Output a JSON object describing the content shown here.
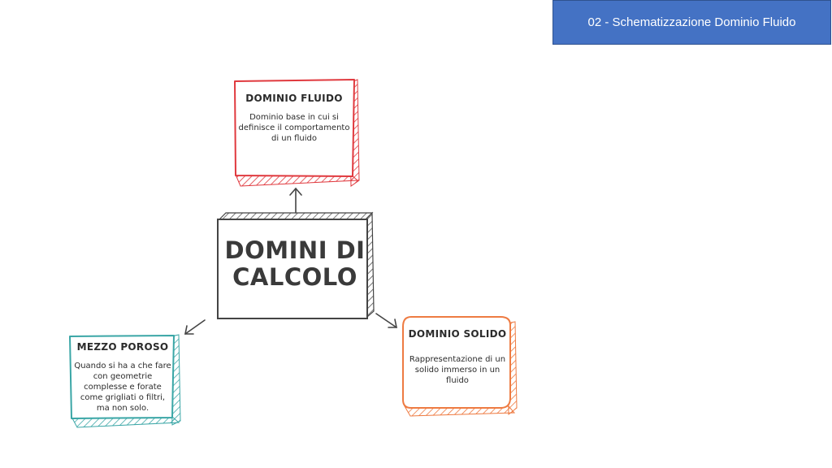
{
  "header": {
    "title": "02 - Schematizzazione Dominio Fluido"
  },
  "diagram": {
    "center": {
      "label": "DOMINI DI CALCOLO",
      "color": "#3a3a3a"
    },
    "nodes": [
      {
        "id": "fluido",
        "title": "DOMINIO FLUIDO",
        "description": "Dominio base in cui si definisce il comportamento di un fluido",
        "color": "#e0393e"
      },
      {
        "id": "poroso",
        "title": "MEZZO POROSO",
        "description": "Quando si ha a che fare con geometrie complesse e forate come grigliati o filtri, ma non solo.",
        "color": "#3aa6a6"
      },
      {
        "id": "solido",
        "title": "DOMINIO SOLIDO",
        "description": "Rappresentazione di un solido immerso in un fluido",
        "color": "#ee7b42"
      }
    ]
  }
}
